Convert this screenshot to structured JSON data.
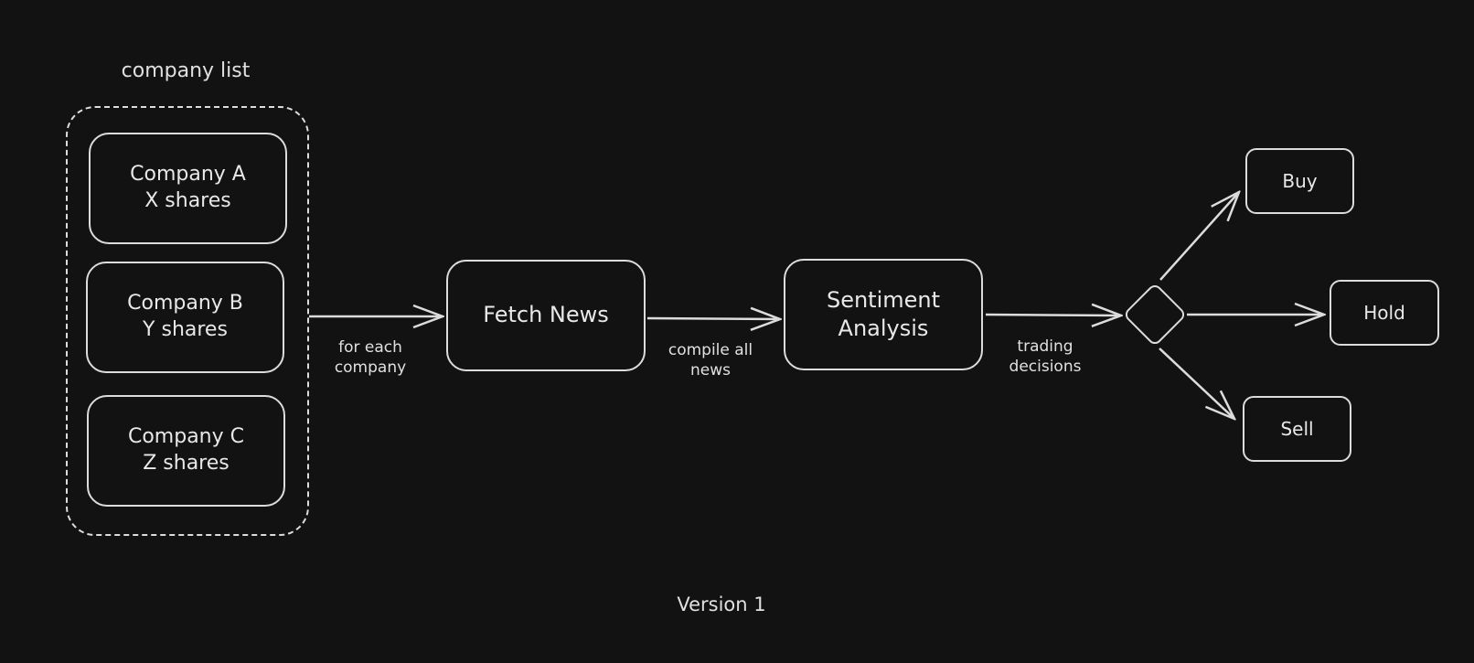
{
  "group": {
    "title": "company list",
    "companies": [
      {
        "name": "Company A",
        "shares": "X shares"
      },
      {
        "name": "Company B",
        "shares": "Y shares"
      },
      {
        "name": "Company C",
        "shares": "Z shares"
      }
    ]
  },
  "nodes": {
    "fetch_news": "Fetch News",
    "sentiment_line1": "Sentiment",
    "sentiment_line2": "Analysis",
    "buy": "Buy",
    "hold": "Hold",
    "sell": "Sell"
  },
  "edges": {
    "for_each_line1": "for each",
    "for_each_line2": "company",
    "compile_line1": "compile all",
    "compile_line2": "news",
    "trading_line1": "trading",
    "trading_line2": "decisions"
  },
  "footer": {
    "version": "Version 1"
  },
  "colors": {
    "background": "#121212",
    "stroke": "#dcdcdc",
    "text": "#e8e8e8"
  }
}
